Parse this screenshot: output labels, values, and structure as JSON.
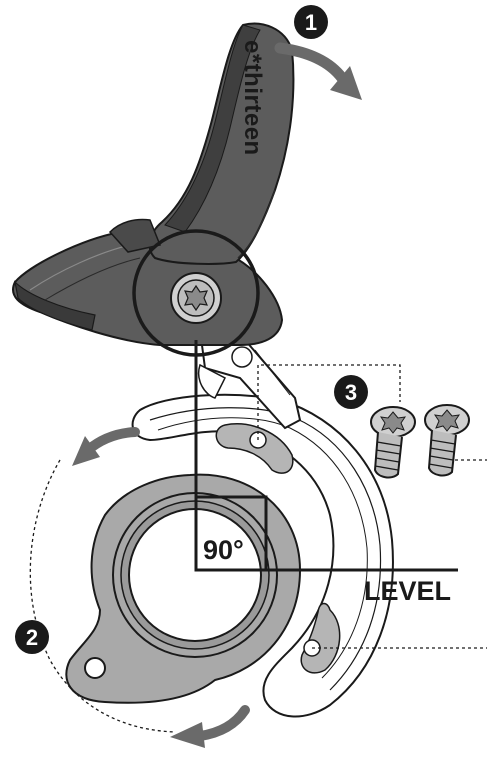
{
  "brand": {
    "text": "e*thirteen"
  },
  "steps": [
    {
      "number": "1"
    },
    {
      "number": "2"
    },
    {
      "number": "3"
    }
  ],
  "labels": {
    "angle": "90°",
    "level": "LEVEL"
  },
  "colors": {
    "guide_body": "#5c5c5c",
    "guide_dark": "#3a3a3a",
    "backplate": "#a9a9a9",
    "backplate_inner": "#8f8f8f",
    "arrow": "#6a6a6a",
    "ink": "#1a1a1a",
    "bolt": "#bdbdbd"
  }
}
